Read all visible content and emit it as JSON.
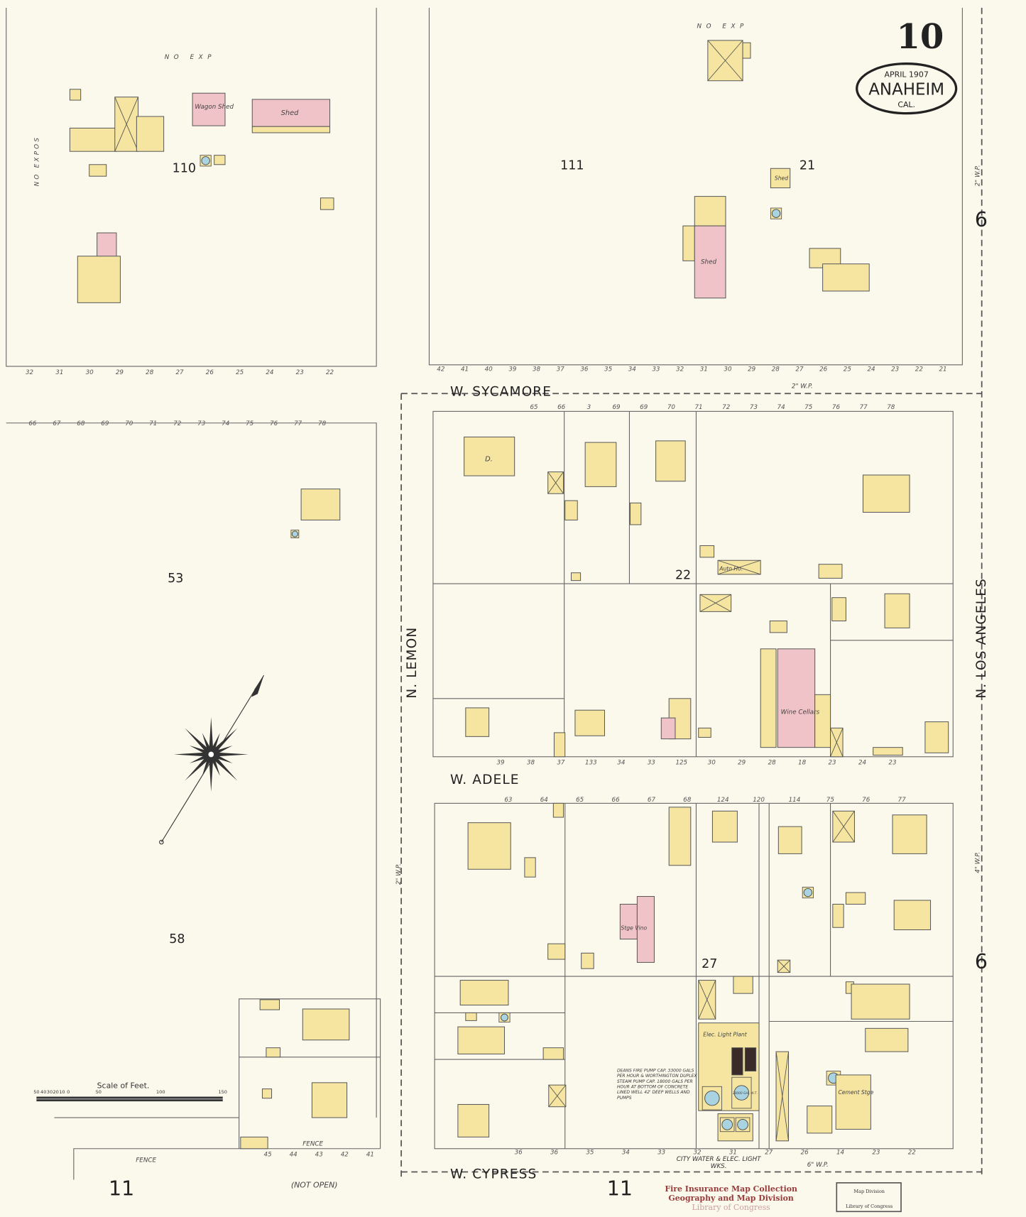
{
  "sheet_number": "10",
  "cartouche": {
    "date": "APRIL 1907",
    "city": "ANAHEIM",
    "state": "CAL."
  },
  "streets": {
    "sycamore": "W. SYCAMORE",
    "adele": "W. ADELE",
    "cypress": "W. CYPRESS",
    "lemon": "N. LEMON",
    "los_angeles": "N. LOS ANGELES"
  },
  "blocks": {
    "b110": "110",
    "b111": "111",
    "b21": "21",
    "b53": "53",
    "b58": "58",
    "b22": "22",
    "b27": "27"
  },
  "adjoining_sheets": {
    "right_top": "6",
    "right_bottom": "6",
    "bottom_left": "11",
    "bottom_center": "11"
  },
  "notes": {
    "no_exp_left": "NO EXP",
    "no_exp_right": "NO EXP",
    "no_expos": "NO EXPOS",
    "not_open": "(NOT OPEN)",
    "wp_sycamore": "2\" W.P.",
    "wp_cypress": "6\" W.P.",
    "wp_la": "2\" W.P.",
    "wp_la2": "4\" W.P.",
    "wp_lemon": "2\" W.P.",
    "fence": "FENCE",
    "fence2": "FENCE",
    "pump_note": "DEANS FIRE PUMP CAP. 33000 GALS PER HOUR & WORTHINGTON DUPLEX STEAM PUMP CAP. 18000 GALS PER HOUR AT BOTTOM OF CONCRETE LINED WELL 42' DEEP WELLS AND PUMPS"
  },
  "building_labels": {
    "wagon_shed": "Wagon Shed",
    "shed1": "Shed",
    "shed2": "Shed",
    "shed3": "Shed",
    "wine_cellars": "Wine Cellars",
    "elec_plant": "Elec. Light Plant",
    "auto_ho": "Auto Ho.",
    "stge_vino": "Stge Vino",
    "cement_stge": "Cement Stge",
    "works": "CITY WATER & ELEC. LIGHT WKS.",
    "tank_label": "20000 GAL W.T.",
    "dwelling": "D."
  },
  "house_numbers": {
    "tl_bottom": [
      "32",
      "31",
      "30",
      "29",
      "28",
      "27",
      "26",
      "25",
      "24",
      "23",
      "22"
    ],
    "tr_bottom": [
      "42",
      "41",
      "40",
      "39",
      "38",
      "37",
      "36",
      "35",
      "34",
      "33",
      "32",
      "31",
      "30",
      "29",
      "28",
      "27",
      "26",
      "25",
      "24",
      "23",
      "22",
      "21"
    ],
    "sycamore_south": [
      "65",
      "66",
      "3",
      "69",
      "69",
      "70",
      "71",
      "72",
      "73",
      "74",
      "75",
      "76",
      "77",
      "78"
    ],
    "left_block_top": [
      "66",
      "67",
      "68",
      "69",
      "70",
      "71",
      "72",
      "73",
      "74",
      "75",
      "76",
      "77",
      "78"
    ],
    "adele_north": [
      "39",
      "38",
      "37",
      "133",
      "34",
      "33",
      "125",
      "30",
      "29",
      "28",
      "18",
      "23",
      "24",
      "23"
    ],
    "adele_south": [
      "63",
      "64",
      "65",
      "66",
      "67",
      "68",
      "124",
      "120",
      "114",
      "75",
      "76",
      "77"
    ],
    "cypress_north": [
      "36",
      "36",
      "35",
      "34",
      "33",
      "32",
      "31",
      "27",
      "26",
      "14",
      "23",
      "22"
    ],
    "lower_left_bottom": [
      "45",
      "44",
      "43",
      "42",
      "41"
    ]
  },
  "scale": {
    "title": "Scale of Feet.",
    "ticks": [
      "50",
      "40",
      "30",
      "20",
      "10",
      "0",
      "50",
      "100",
      "150"
    ]
  },
  "stamps": {
    "collection": "Fire Insurance Map Collection",
    "division": "Geography and Map Division",
    "library": "Library of Congress",
    "box_top": "Map Division",
    "box_bottom": "Library of Congress"
  },
  "colors": {
    "paper": "#fbf8ec",
    "frame": "#f5e5a0",
    "brick": "#f0c3c8",
    "tank": "#a9d3e0",
    "line": "#555555"
  }
}
